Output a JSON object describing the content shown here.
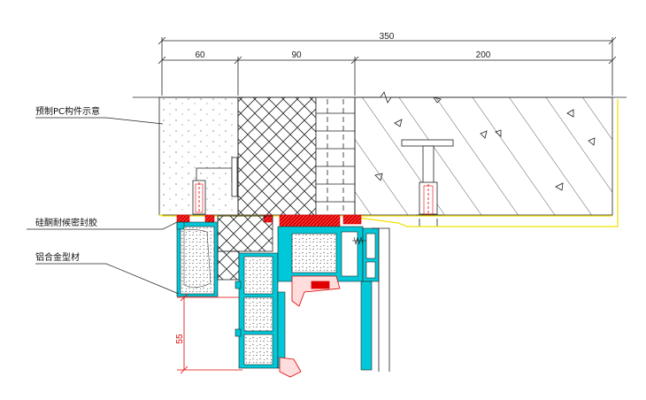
{
  "dimensions": {
    "overall": "350",
    "segments": [
      "60",
      "90",
      "200"
    ],
    "vertical": "55"
  },
  "labels": {
    "precast_component": "预制PC构件示意",
    "silicone_sealant": "硅酮耐候密封胶",
    "aluminum_profile": "铝合金型材"
  },
  "colors": {
    "cyan_profile": "#00c8d8",
    "red_seal": "#e00000",
    "yellow_line": "#f0e000",
    "dim_red": "#e00000",
    "line_dark": "#222222"
  }
}
